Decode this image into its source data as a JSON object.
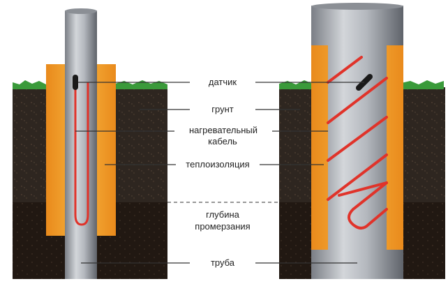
{
  "labels": {
    "sensor": "датчик",
    "soil": "грунт",
    "cable_line1": "нагревательный",
    "cable_line2": "кабель",
    "insulation": "теплоизоляция",
    "frost_line1": "глубина",
    "frost_line2": "промерзания",
    "pipe": "труба"
  },
  "colors": {
    "cable": "#e0332a",
    "insulation": "#f3a22d",
    "soil_top": "#2e2620",
    "soil_bottom": "#231a14",
    "grass": "#3a9a3a",
    "pipe_light": "#c9ccd0",
    "pipe_dark": "#6d7178"
  }
}
